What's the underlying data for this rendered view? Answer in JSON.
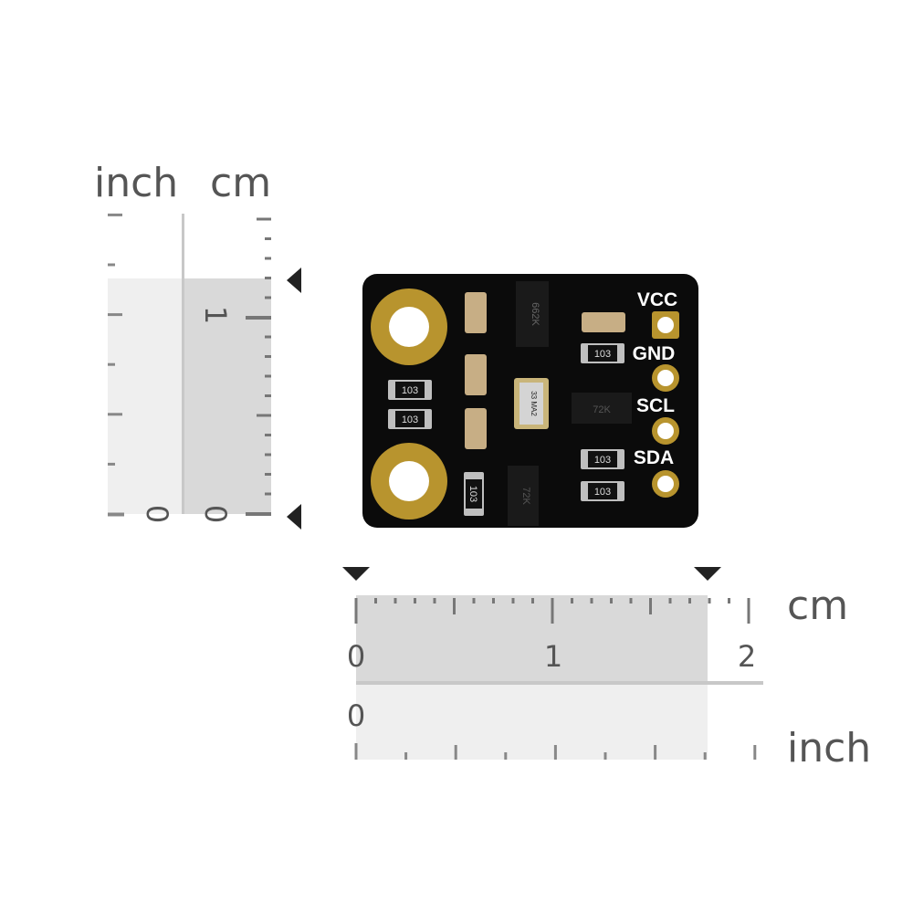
{
  "vertical_ruler": {
    "unit_left": "inch",
    "unit_right": "cm",
    "label_inch_zero": "0",
    "label_cm_zero": "0",
    "label_cm_one": "1",
    "board_height_cm": 1.2
  },
  "horizontal_ruler": {
    "unit_top": "cm",
    "unit_bottom": "inch",
    "labels_cm": [
      "0",
      "1",
      "2"
    ],
    "label_inch_zero": "0",
    "board_width_cm": 1.8
  },
  "board": {
    "pins": [
      "VCC",
      "GND",
      "SCL",
      "SDA"
    ],
    "component_marks": [
      "662K",
      "103",
      "103",
      "103",
      "103",
      "103",
      "103",
      "72K",
      "72K",
      "33 MA2"
    ],
    "colors": {
      "pcb": "#0b0b0b",
      "gold": "#b8942e",
      "ceramic": "#c7ae85",
      "text": "#ffffff"
    }
  }
}
